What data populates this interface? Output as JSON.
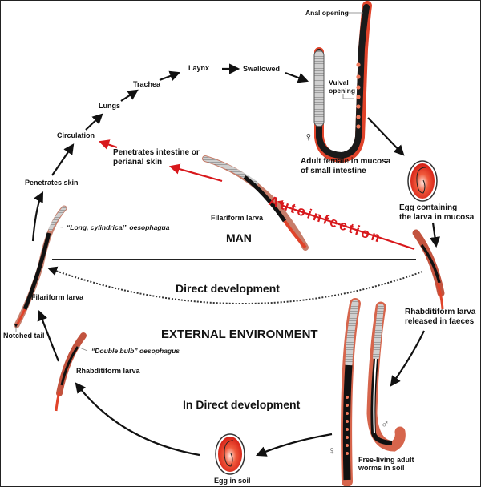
{
  "diagram": {
    "title": "Life cycle of Strongyloides stercoralis",
    "zones": {
      "host": "MAN",
      "environment": "EXTERNAL ENVIRONMENT"
    },
    "pathways": {
      "direct": "Direct development",
      "indirect": "In Direct development",
      "autoinfection": "Autoinfection"
    },
    "migration_steps": [
      "Penetrates skin",
      "Circulation",
      "Lungs",
      "Trachea",
      "Laynx",
      "Swallowed"
    ],
    "stages": {
      "adult_female": "Adult female in mucosa\nof small intestine",
      "egg_mucosa": "Egg containing\nthe larva in mucosa",
      "rhabditiform_faeces": "Rhabditiform larva\nreleased in faeces",
      "free_living_adults": "Free-living adult\nworms in soil",
      "egg_soil": "Egg in soil",
      "rhabditiform_soil": "Rhabditiform larva",
      "filariform_soil": "Filariform larva",
      "filariform_host": "Filariform larva",
      "penetrates_intestine": "Penetrates intestine or\nperianal skin"
    },
    "annotations": {
      "anal_opening": "Anal opening",
      "vulval_opening": "Vulval\nopening",
      "long_oesophagus": "“Long, cylindrical” oesophagua",
      "double_bulb": "“Double bulb” oesophagus",
      "notched_tail": "Notched tail",
      "female_symbol": "♀",
      "male_symbol": "♂"
    },
    "colors": {
      "autoinfection": "#d8181c",
      "worm_red": "#e0432a",
      "arrow": "#111111"
    }
  }
}
